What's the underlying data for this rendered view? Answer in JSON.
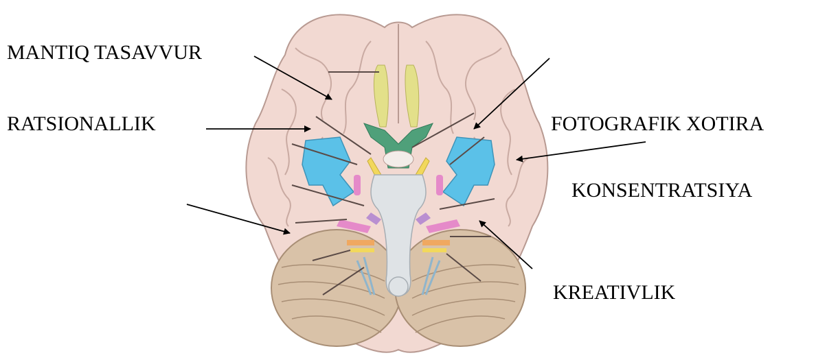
{
  "labels": {
    "mantiq": "MANTIQ TASAVVUR",
    "ratsionallik": "RATSIONALLIK",
    "fotografik": "FOTOGRAFIK XOTIRA",
    "konsentratsiya": "KONSENTRATSIYA",
    "kreativlik": "KREATIVLIK"
  },
  "colors": {
    "cortex": "#f2d9d2",
    "cortex_outline": "#b89a92",
    "cerebellum": "#d9c2a8",
    "olfactory": "#e3e08a",
    "optic": "#4fa07a",
    "temporal_blue": "#5bc1e8",
    "brainstem": "#dfe3e6",
    "pink": "#e58ac9",
    "purple": "#b98fd1",
    "orange": "#f0a860",
    "yellow_nerve": "#f2d85c",
    "arrow": "#000000"
  }
}
